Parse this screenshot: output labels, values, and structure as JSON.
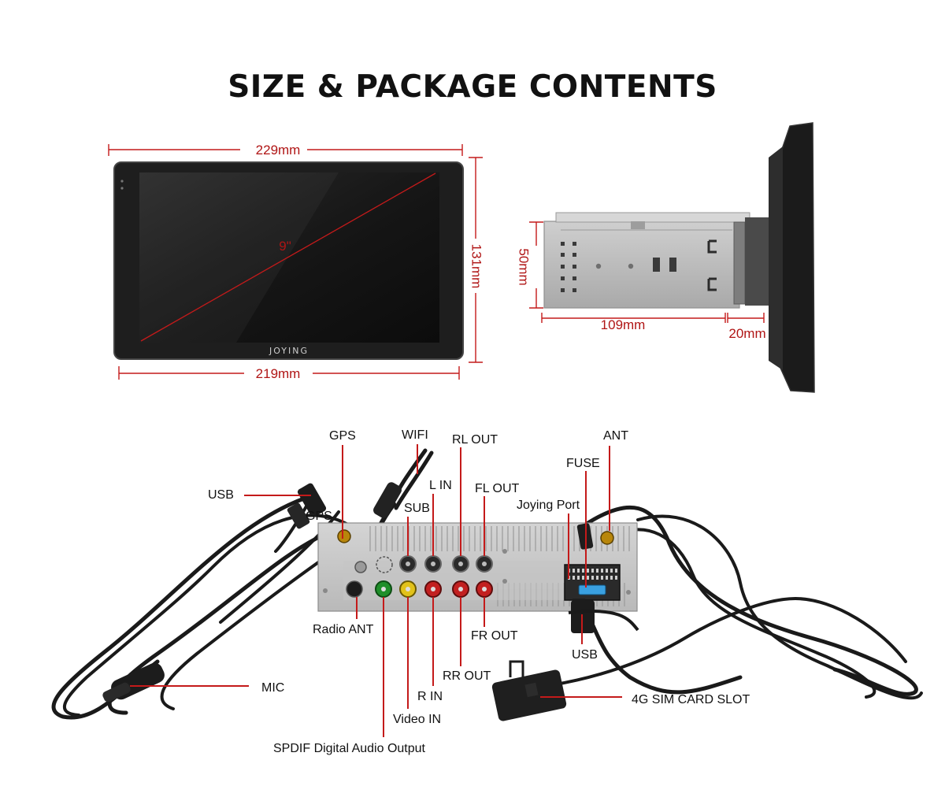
{
  "title": "SIZE & PACKAGE CONTENTS",
  "brand": "JOYING",
  "dimensions": {
    "top_width": "229mm",
    "bottom_width": "219mm",
    "height": "131mm",
    "diagonal": "9\"",
    "depth_height": "50mm",
    "depth": "109mm",
    "front_depth": "20mm"
  },
  "connectors": {
    "gps": "GPS",
    "wifi": "WIFI",
    "rl_out": "RL OUT",
    "ant": "ANT",
    "fuse": "FUSE",
    "l_in": "L IN",
    "fl_out": "FL OUT",
    "joying_port": "Joying Port",
    "usb_top": "USB",
    "sub": "SUB",
    "radio_ant": "Radio ANT",
    "fr_out": "FR OUT",
    "usb_bottom": "USB",
    "mic": "MIC",
    "rr_out": "RR OUT",
    "r_in": "R IN",
    "video_in": "Video IN",
    "sim_slot": "4G SIM CARD SLOT",
    "spdif": "SPDIF Digital Audio Output"
  },
  "colors": {
    "accent": "#c41a1a",
    "dimension": "#b01515"
  }
}
